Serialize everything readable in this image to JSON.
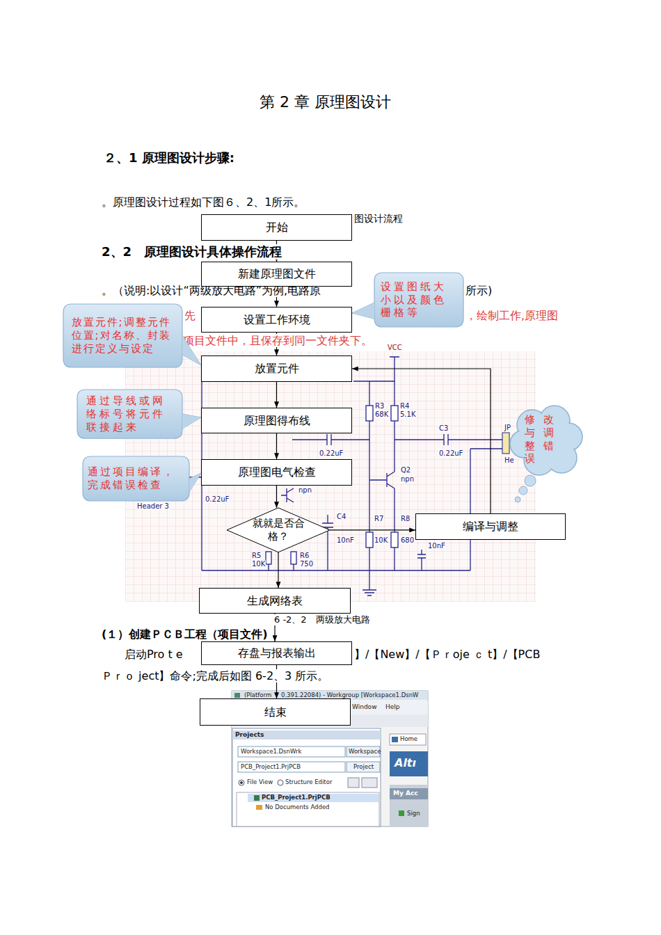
{
  "diagram": {
    "title": "第 2 章 原理图设计",
    "caption": "6 -2、2　两级放大电路",
    "nodes": [
      {
        "text": [
          "开始"
        ]
      },
      {
        "text": [
          "新建原理图文件"
        ]
      },
      {
        "text": [
          "设置工作环境"
        ]
      },
      {
        "text": [
          "放置元件"
        ]
      },
      {
        "text": [
          "原理图得布线"
        ]
      },
      {
        "text": [
          "原理图电气检查"
        ]
      },
      {
        "text": [
          "就就是否合格？"
        ]
      },
      {
        "text": [
          "生成网络表"
        ]
      },
      {
        "text": [
          "存盘与报表输出"
        ]
      },
      {
        "text": [
          "结束"
        ]
      },
      {
        "text": [
          "编译与调整"
        ]
      },
      {
        "text": [
          "放置元件;调整元件位置;对名称、封装进行定义与设定"
        ]
      },
      {
        "text": [
          "通过导线或网络标号将元件联接起来"
        ]
      },
      {
        "text": [
          "通过项目编译，完成错误检查"
        ]
      },
      {
        "text": [
          "设置图纸大小以及颜色栅格等"
        ]
      },
      {
        "text": [
          "修改与调整错误"
        ]
      }
    ],
    "edges": [
      {
        "from": 0,
        "to": 1,
        "arrow": "to"
      },
      {
        "from": 1,
        "to": 2,
        "arrow": "to"
      },
      {
        "from": 2,
        "to": 3,
        "arrow": "to"
      },
      {
        "from": 3,
        "to": 4,
        "arrow": "to"
      },
      {
        "from": 4,
        "to": 5,
        "arrow": "to"
      },
      {
        "from": 5,
        "to": 6,
        "arrow": "to"
      },
      {
        "from": 6,
        "to": 7,
        "arrow": "to"
      },
      {
        "from": 7,
        "to": 8,
        "arrow": "to"
      },
      {
        "from": 8,
        "to": 9,
        "arrow": "to"
      },
      {
        "from": 6,
        "to": 10,
        "arrow": "to"
      },
      {
        "from": 10,
        "to": 3,
        "arrow": "to"
      }
    ],
    "labels": [
      "２、1 原理图设计步骤:",
      "。原理图设计过程如下图６、2、1所示。",
      "图设计流程",
      "2、2　原理图设计具体操作流程",
      "。（说明:以设计“两级放大电路”为例,电路原",
      "所示)",
      "先",
      "，绘制工作,原理图",
      "项目文件中，且保存到同一文件夹下。",
      "VCC",
      "R3",
      "68K",
      "R4",
      "5.1K",
      "C3",
      "0.22uF",
      "JP",
      "He",
      "0.22uF",
      "Q2",
      "npn",
      "0.22uF",
      "Header 3",
      "npn",
      "R5",
      "10K",
      "R6",
      "750",
      "C4",
      "10nF",
      "R7",
      "10K",
      "R8",
      "680",
      "10nF",
      "(Platform",
      "0.391.22084) - Workgroup [Workspace1.DsnW",
      "Window",
      "Help",
      "Projects",
      "Workspace1.DsnWrk",
      "Workspace",
      "PCB_Project1.PrjPCB",
      "Project",
      "File View",
      "Structure Editor",
      "PCB_Project1.PrjPCB",
      "No Documents Added",
      "Home",
      "Altı",
      "My Acc",
      "Sign",
      "(１）创建ＰＣＢ工程（项目文件)",
      "启动Pro t e",
      "】/【New】/【Ｐｒoje ｃ t】/【PCB",
      "Ｐｒｏ ject】命令;完成后如图 6-2、3 所示。"
    ]
  }
}
